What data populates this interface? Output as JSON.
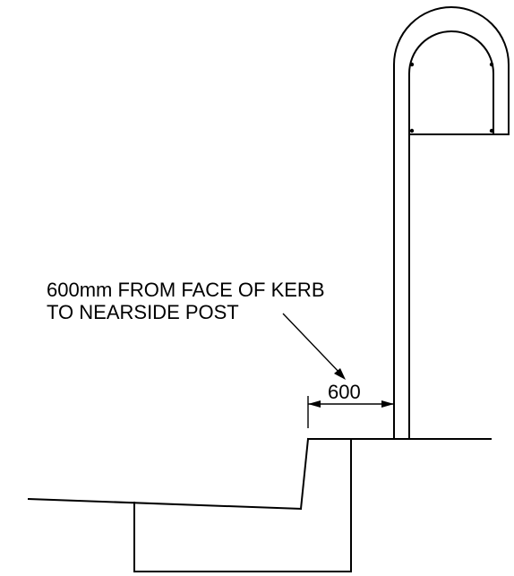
{
  "annotation": {
    "line1": "600mm FROM FACE OF KERB",
    "line2": "TO NEARSIDE POST"
  },
  "dimension": {
    "value": "600"
  },
  "colors": {
    "ink": "#000000",
    "background": "#ffffff"
  }
}
